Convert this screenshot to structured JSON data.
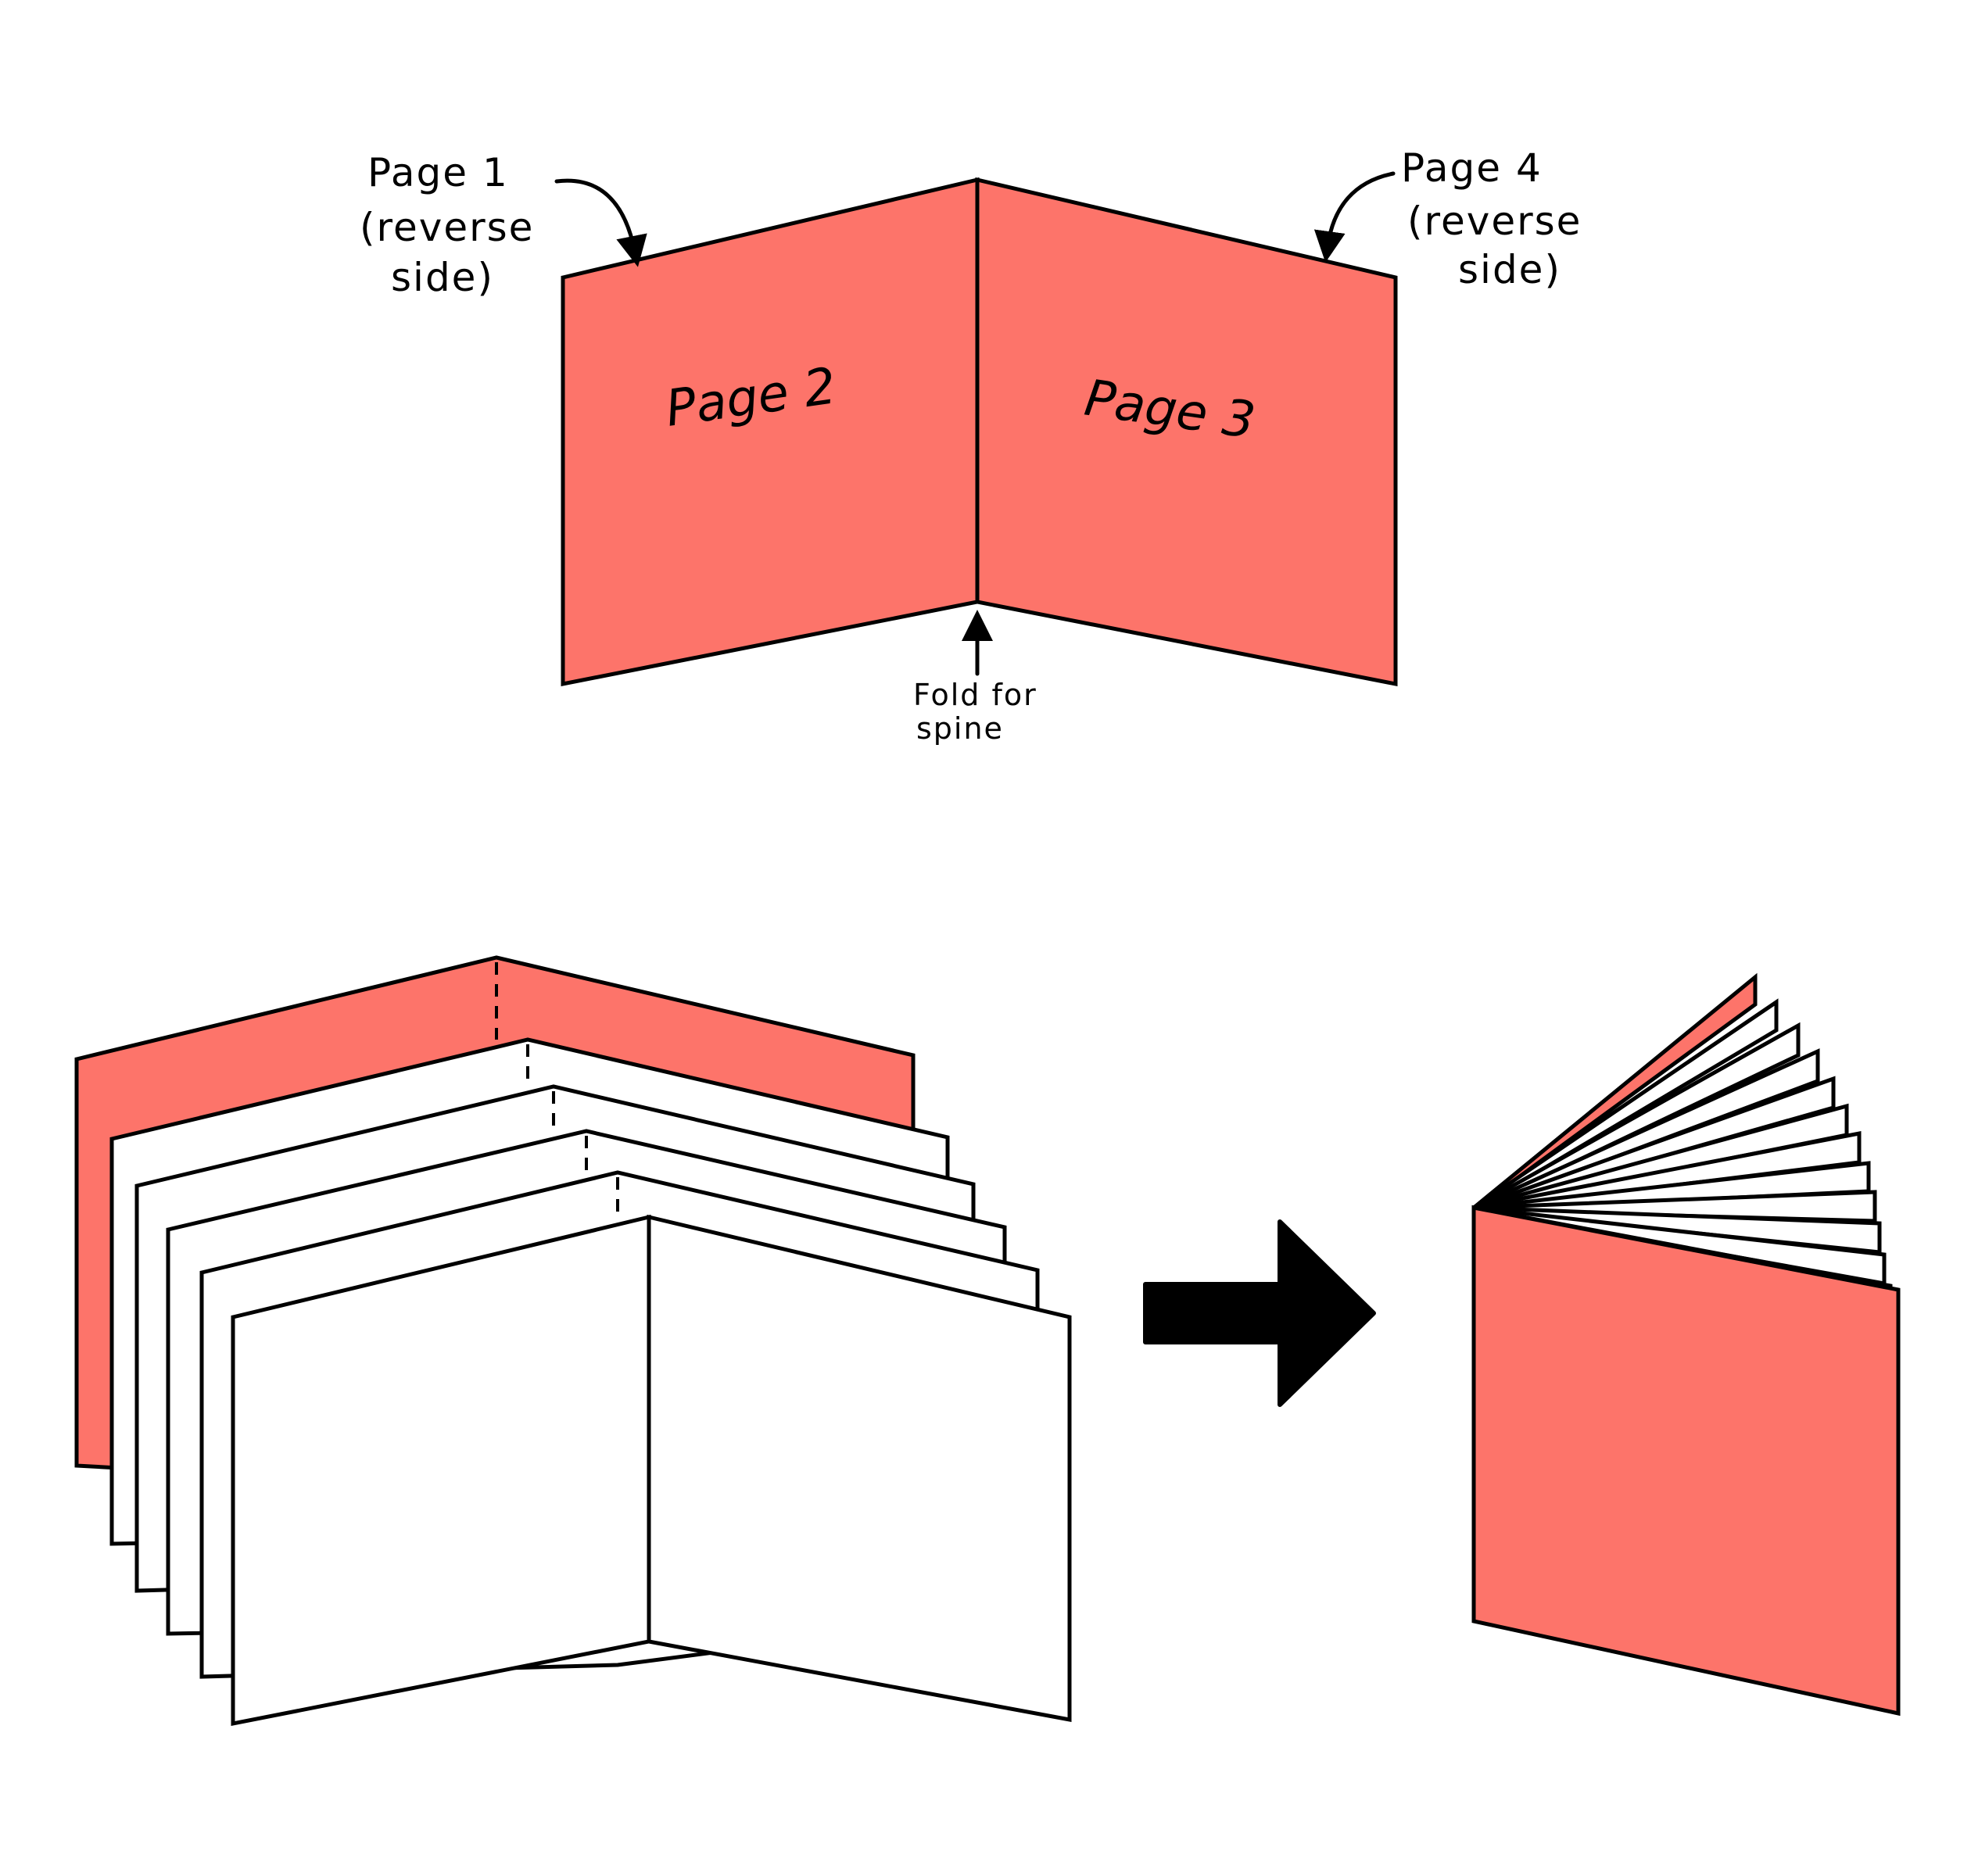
{
  "colors": {
    "cover": "#FD746A",
    "page": "#FFFFFF",
    "ink": "#000000"
  },
  "labels": {
    "page1": [
      "Page 1",
      "(reverse",
      "side)"
    ],
    "page4": [
      "Page 4",
      "(reverse",
      "side)"
    ],
    "page2": "Page 2",
    "page3": "Page 3",
    "fold": [
      "Fold for",
      "spine"
    ]
  }
}
